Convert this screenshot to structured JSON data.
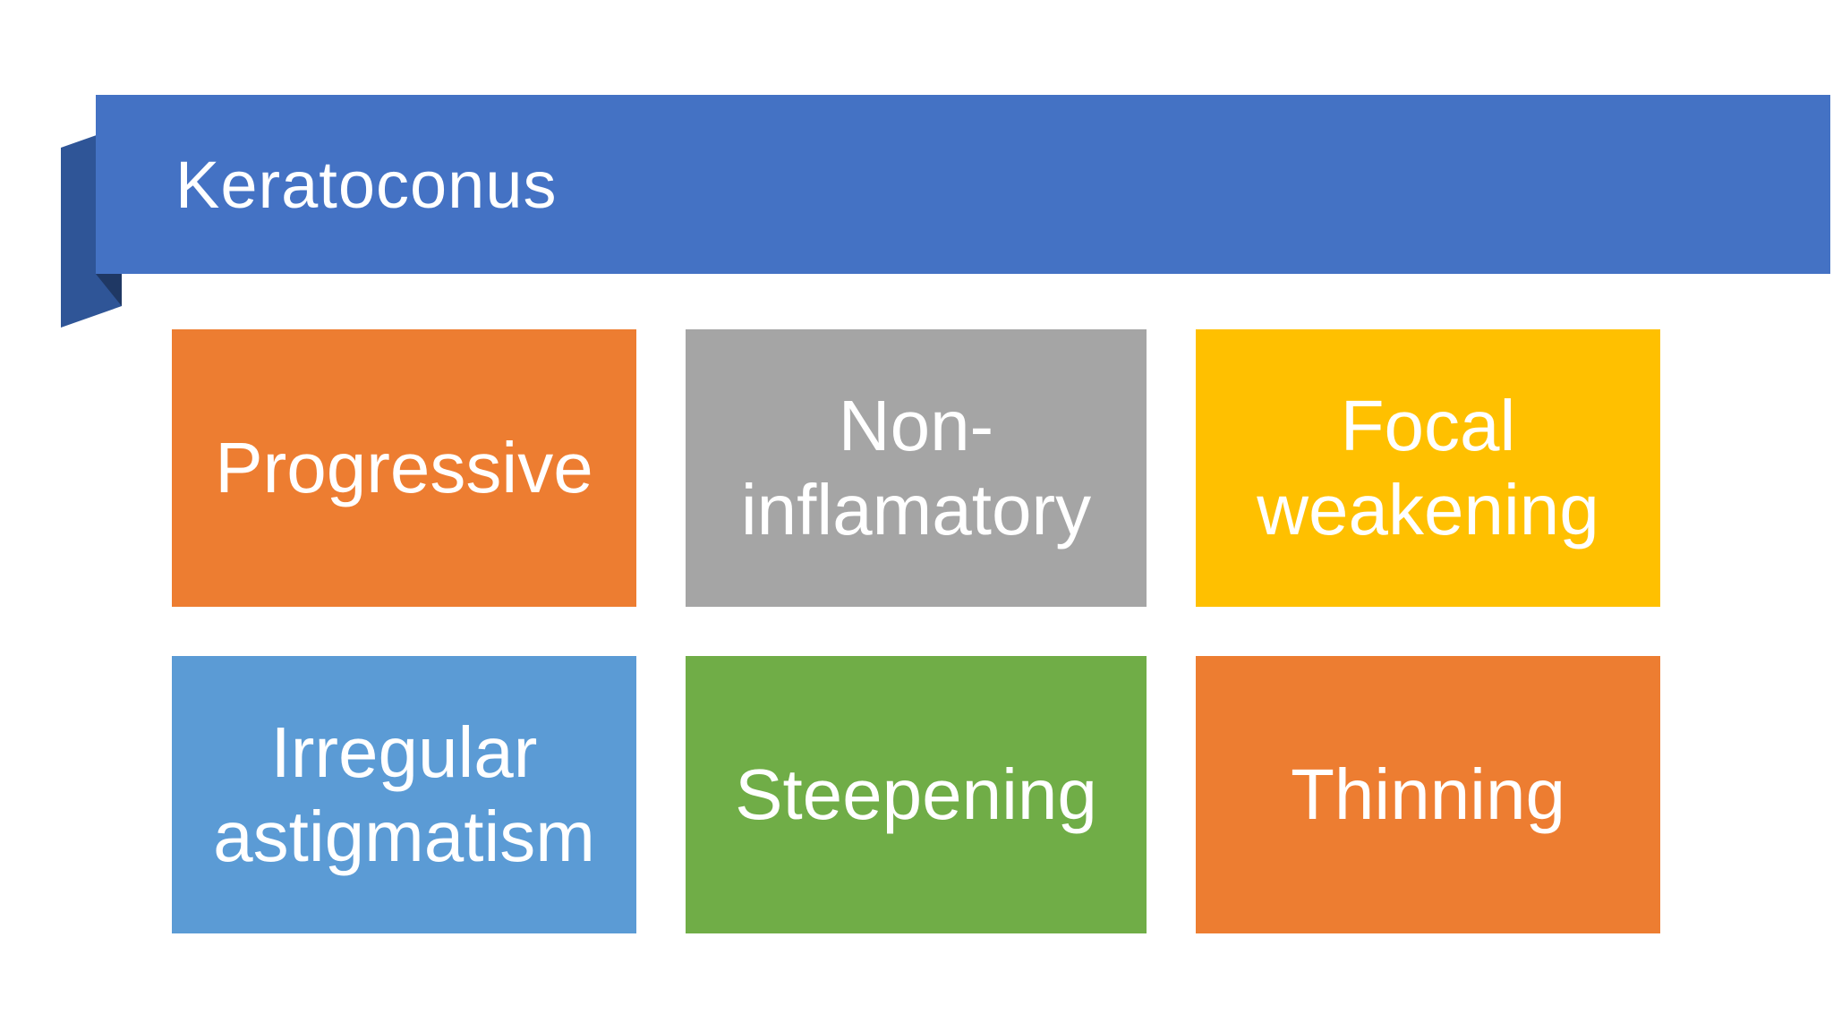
{
  "slide": {
    "title": "Keratoconus",
    "banner_color": "#4472C4",
    "ribbon_fold_color": "#2F5597",
    "ribbon_shadow_color": "#1F3864",
    "text_color": "#FFFFFF",
    "background_color": "#FFFFFF",
    "boxes": [
      {
        "label": "Progressive",
        "color": "#ED7D31"
      },
      {
        "label": "Non-inflamatory",
        "color": "#A5A5A5"
      },
      {
        "label": "Focal weakening",
        "color": "#FFC000"
      },
      {
        "label": "Irregular astigmatism",
        "color": "#5B9BD5"
      },
      {
        "label": "Steepening",
        "color": "#70AD47"
      },
      {
        "label": "Thinning",
        "color": "#ED7D31"
      }
    ]
  }
}
